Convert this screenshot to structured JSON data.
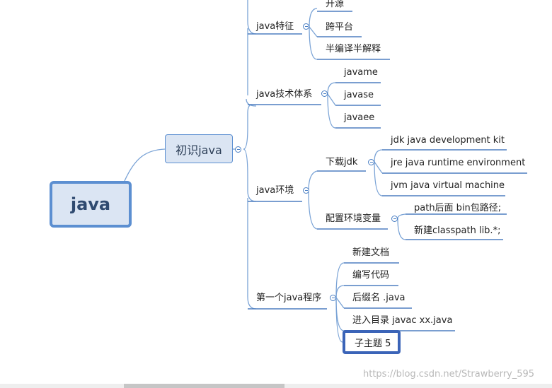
{
  "root": {
    "label": "java"
  },
  "main_topic": {
    "label": "初识java"
  },
  "branches": {
    "features": {
      "label": "java特征",
      "children": [
        "开源",
        "跨平台",
        "半编译半解释"
      ]
    },
    "tech_system": {
      "label": "java技术体系",
      "children": [
        "javame",
        "javase",
        "javaee"
      ]
    },
    "environment": {
      "label": "java环境",
      "download": {
        "label": "下载jdk",
        "children": [
          "jdk  java development kit",
          "jre  java runtime environment",
          "jvm java virtual machine"
        ]
      },
      "configure": {
        "label": "配置环境变量",
        "children": [
          "path后面 bin包路径;",
          "新建classpath lib.*;"
        ]
      }
    },
    "first_program": {
      "label": "第一个java程序",
      "children": [
        "新建文档",
        "编写代码",
        "后缀名 .java",
        "进入目录 javac xx.java"
      ],
      "selected_child": "子主题 5"
    }
  },
  "watermark": "https://blog.csdn.net/Strawberry_595",
  "colors": {
    "line": "#7aa3d6",
    "underline": "#4f7fc0",
    "node_fill": "#dbe5f3",
    "node_border": "#5c8fd1",
    "selected_border": "#3b64b8"
  }
}
